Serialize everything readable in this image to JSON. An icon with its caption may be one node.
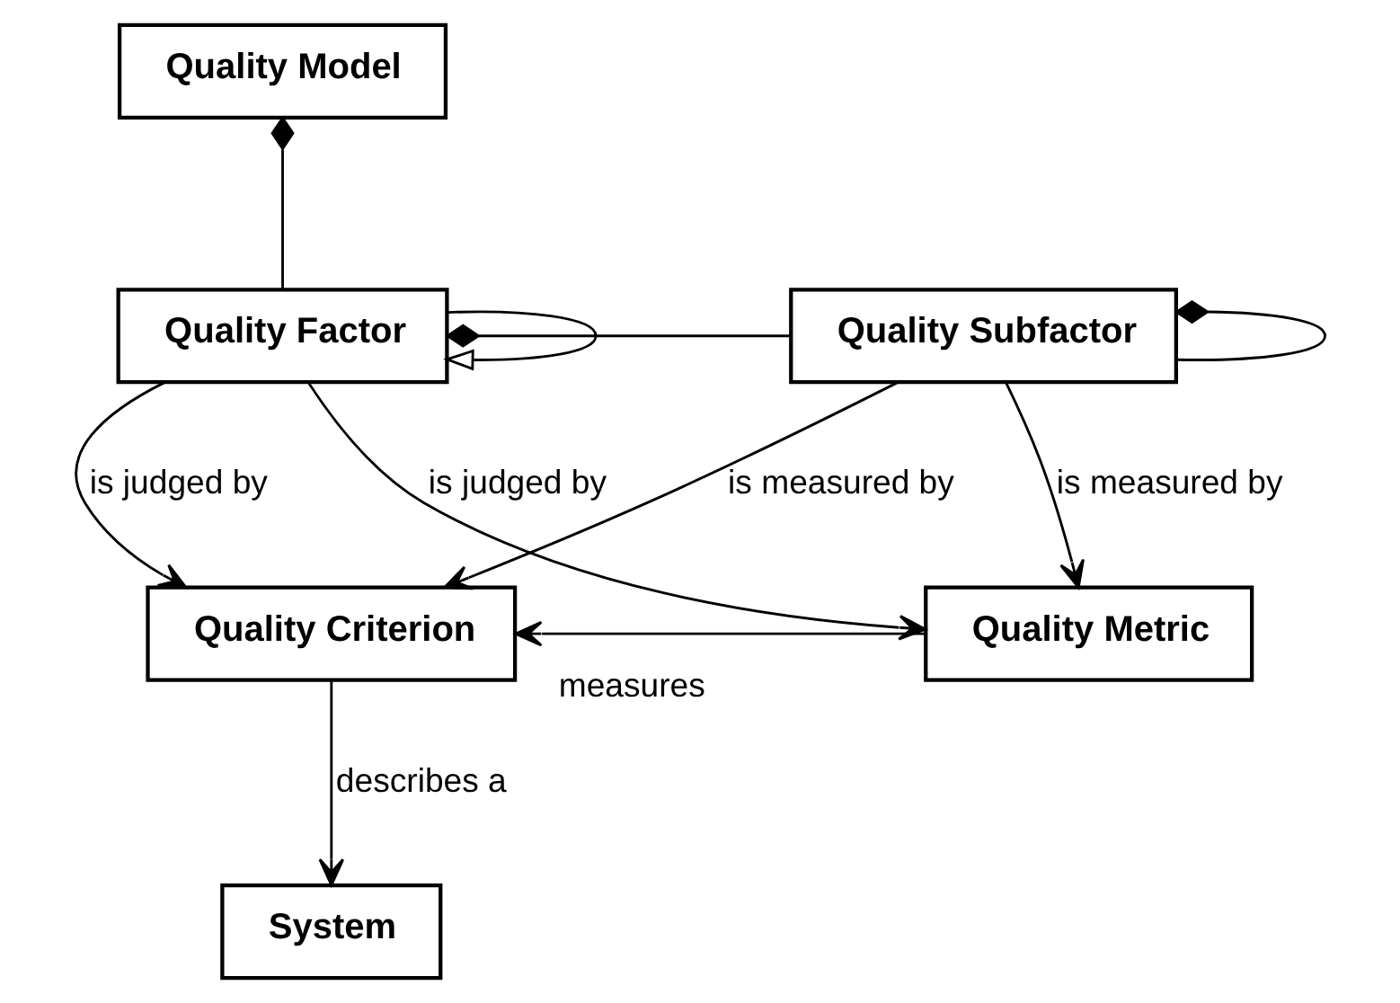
{
  "diagram": {
    "nodes": [
      {
        "text": [
          "Quality Model"
        ]
      },
      {
        "text": [
          "Quality Factor"
        ]
      },
      {
        "text": [
          "Quality Subfactor"
        ]
      },
      {
        "text": [
          "Quality Criterion"
        ]
      },
      {
        "text": [
          "Quality Metric"
        ]
      },
      {
        "text": [
          "System"
        ]
      }
    ],
    "edges": [
      {
        "from": 0,
        "to": 1,
        "arrow": "other"
      },
      {
        "from": 1,
        "to": 1,
        "arrow": "to"
      },
      {
        "from": 1,
        "to": 2,
        "arrow": "other"
      },
      {
        "from": 2,
        "to": 2,
        "arrow": "other"
      },
      {
        "from": 1,
        "to": 3,
        "label": "is judged by",
        "arrow": "to"
      },
      {
        "from": 1,
        "to": 4,
        "label": "is judged by",
        "arrow": "to"
      },
      {
        "from": 2,
        "to": 3,
        "label": "is measured by",
        "arrow": "to"
      },
      {
        "from": 2,
        "to": 4,
        "label": "is measured by",
        "arrow": "to"
      },
      {
        "from": 4,
        "to": 3,
        "label": "measures",
        "arrow": "to"
      },
      {
        "from": 3,
        "to": 5,
        "label": "describes a",
        "arrow": "to"
      }
    ]
  }
}
